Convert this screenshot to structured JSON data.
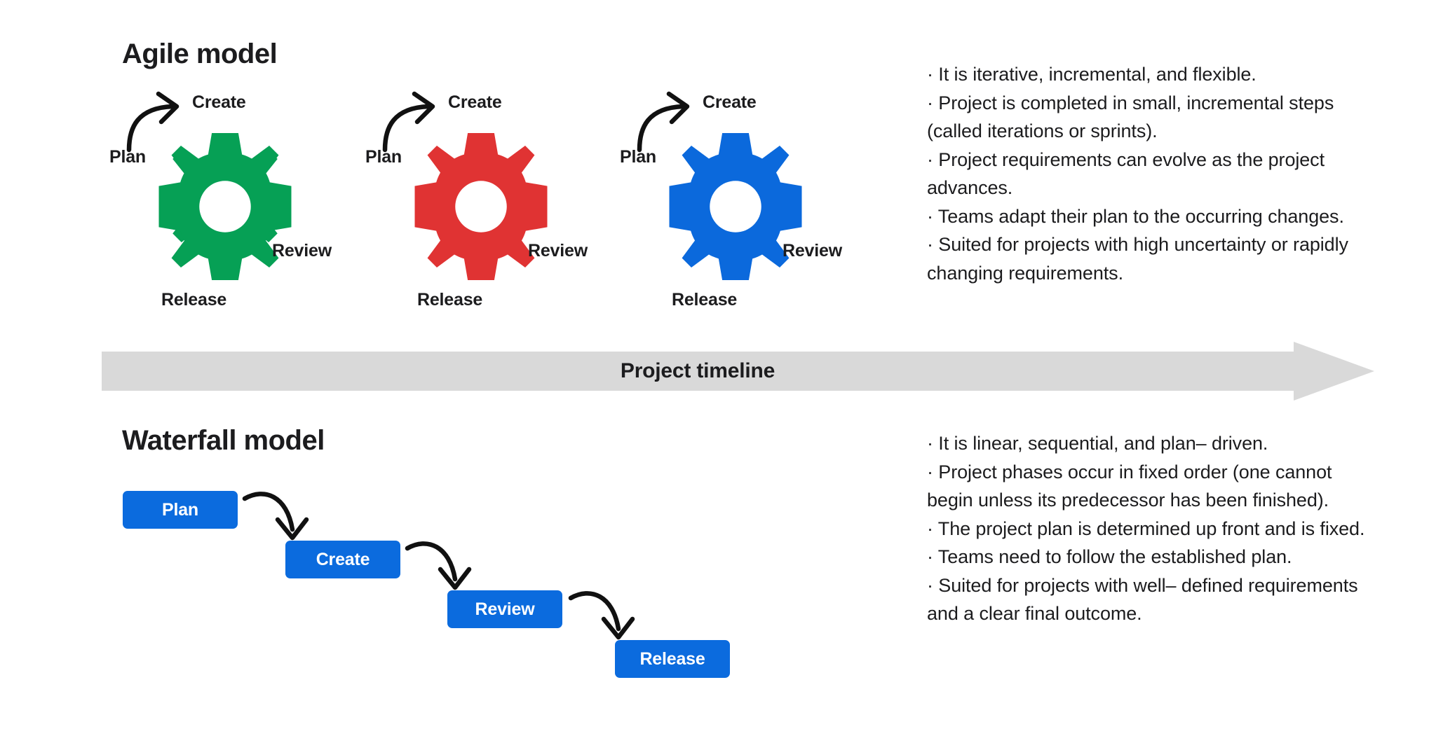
{
  "palette": {
    "gear_green": "#06A055",
    "gear_red": "#E03333",
    "gear_blue": "#0B69DC",
    "box_blue": "#0B6BDE",
    "timeline_gray": "#D9D9D9",
    "text_dark": "#1C1C1E",
    "arrow_black": "#111111",
    "page_background": "#FFFFFF"
  },
  "agile": {
    "title": "Agile model",
    "cycles": [
      {
        "color_name": "green",
        "color": "#06A055",
        "labels": {
          "plan": "Plan",
          "create": "Create",
          "review": "Review",
          "release": "Release"
        }
      },
      {
        "color_name": "red",
        "color": "#E03333",
        "labels": {
          "plan": "Plan",
          "create": "Create",
          "review": "Review",
          "release": "Release"
        }
      },
      {
        "color_name": "blue",
        "color": "#0B69DC",
        "labels": {
          "plan": "Plan",
          "create": "Create",
          "review": "Review",
          "release": "Release"
        }
      }
    ],
    "bullets": [
      "· It is iterative, incremental, and flexible.",
      "· Project is completed in small, incremental steps (called iterations or sprints).",
      "· Project requirements can evolve as the project advances.",
      "· Teams adapt their plan to the occurring changes.",
      "· Suited for projects with high uncertainty or rapidly changing requirements."
    ]
  },
  "timeline": {
    "label": "Project timeline",
    "direction": "left-to-right",
    "color": "#D9D9D9"
  },
  "waterfall": {
    "title": "Waterfall model",
    "phases": [
      {
        "label": "Plan"
      },
      {
        "label": "Create"
      },
      {
        "label": "Review"
      },
      {
        "label": "Release"
      }
    ],
    "bullets": [
      "· It is linear, sequential, and plan– driven.",
      "· Project phases occur in fixed order (one cannot begin unless its predecessor has been finished).",
      "· The project plan is determined up front and is fixed.",
      "· Teams need to follow the established plan.",
      "·  Suited for projects with well– defined requirements and a clear final outcome."
    ]
  },
  "icons": {
    "gear": "gear-icon",
    "curved_arrow": "curved-arrow-icon",
    "timeline_arrow": "right-arrow-banner-icon"
  }
}
